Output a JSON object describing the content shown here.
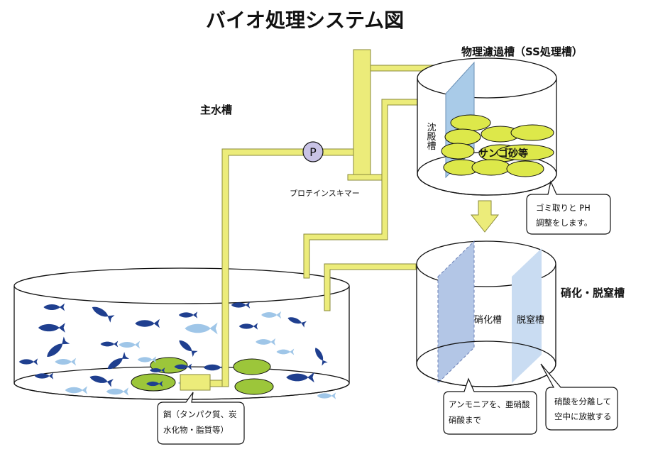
{
  "title": "バイオ処理システム図",
  "labels": {
    "main_tank": "主水槽",
    "filter_tank": "物理濾過槽（SS処理槽）",
    "bio_tank": "硝化・脱窒槽",
    "skimmer": "プロテインスキマー",
    "pump": "P",
    "sediment": "沈殿槽",
    "sand": "サンゴ砂等",
    "nitrify": "硝化槽",
    "denitrify": "脱窒槽"
  },
  "callouts": {
    "filter": [
      "ゴミ取りと PH",
      "調整をします。"
    ],
    "feed": [
      "餌（タンパク質、炭",
      "水化物・脂質等）"
    ],
    "nitrify": [
      "アンモニアを、亜硝酸",
      "硝酸まで"
    ],
    "denitrify": [
      "硝酸を分離して",
      "空中に放散する"
    ]
  },
  "colors": {
    "pipe": "#ecec7a",
    "pipe_edge": "#8a8a3a",
    "fish_dark": "#1f3f8f",
    "fish_light": "#9fc6e8",
    "feed_green": "#9cc63a",
    "sand_yellow": "#dde84a",
    "pump": "#c9c3e6",
    "partition_blue": "#a9cbe8",
    "nitrify_blue": "#b3c6e6",
    "denitrify_blue": "#c9dcf2"
  }
}
